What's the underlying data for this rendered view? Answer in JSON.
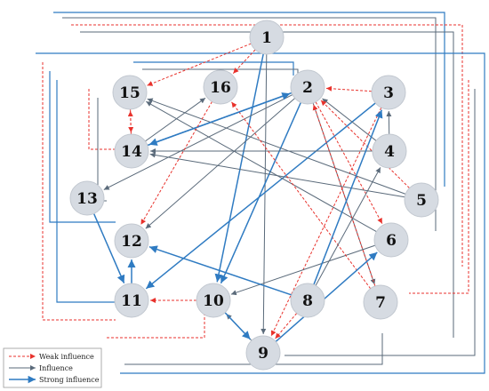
{
  "nodes": [
    {
      "id": "1",
      "label": "1"
    },
    {
      "id": "2",
      "label": "2"
    },
    {
      "id": "3",
      "label": "3"
    },
    {
      "id": "4",
      "label": "4"
    },
    {
      "id": "5",
      "label": "5"
    },
    {
      "id": "6",
      "label": "6"
    },
    {
      "id": "7",
      "label": "7"
    },
    {
      "id": "8",
      "label": "8"
    },
    {
      "id": "9",
      "label": "9"
    },
    {
      "id": "10",
      "label": "10"
    },
    {
      "id": "11",
      "label": "11"
    },
    {
      "id": "12",
      "label": "12"
    },
    {
      "id": "13",
      "label": "13"
    },
    {
      "id": "14",
      "label": "14"
    },
    {
      "id": "15",
      "label": "15"
    },
    {
      "id": "16",
      "label": "16"
    }
  ],
  "legend": {
    "weak": "Weak influence",
    "influence": "Influence",
    "strong": "Strong influence"
  },
  "colors": {
    "weak": "#e8322c",
    "influence": "#5a6a7a",
    "strong": "#2f7bc2",
    "node_fill": "#d6dbe2"
  },
  "edges": [
    {
      "from": "1",
      "to": "9",
      "type": "influence"
    },
    {
      "from": "1",
      "to": "10",
      "type": "strong"
    },
    {
      "from": "1",
      "to": "15",
      "type": "weak"
    },
    {
      "from": "1",
      "to": "16",
      "type": "weak"
    },
    {
      "from": "2",
      "to": "13",
      "type": "influence"
    },
    {
      "from": "2",
      "to": "12",
      "type": "influence"
    },
    {
      "from": "2",
      "to": "10",
      "type": "strong"
    },
    {
      "from": "2",
      "to": "7",
      "type": "influence"
    },
    {
      "from": "2",
      "to": "6",
      "type": "weak"
    },
    {
      "from": "2",
      "to": "14",
      "type": "strong"
    },
    {
      "from": "3",
      "to": "11",
      "type": "strong"
    },
    {
      "from": "3",
      "to": "9",
      "type": "weak"
    },
    {
      "from": "3",
      "to": "2",
      "type": "weak"
    },
    {
      "from": "4",
      "to": "3",
      "type": "influence"
    },
    {
      "from": "4",
      "to": "14",
      "type": "influence"
    },
    {
      "from": "4",
      "to": "2",
      "type": "influence"
    },
    {
      "from": "5",
      "to": "15",
      "type": "influence"
    },
    {
      "from": "5",
      "to": "14",
      "type": "influence"
    },
    {
      "from": "5",
      "to": "2",
      "type": "weak"
    },
    {
      "from": "6",
      "to": "10",
      "type": "influence"
    },
    {
      "from": "6",
      "to": "15",
      "type": "influence"
    },
    {
      "from": "7",
      "to": "16",
      "type": "weak"
    },
    {
      "from": "7",
      "to": "2",
      "type": "weak"
    },
    {
      "from": "8",
      "to": "12",
      "type": "strong"
    },
    {
      "from": "8",
      "to": "3",
      "type": "strong"
    },
    {
      "from": "8",
      "to": "4",
      "type": "influence"
    },
    {
      "from": "8",
      "to": "9",
      "type": "weak"
    },
    {
      "from": "9",
      "to": "6",
      "type": "strong"
    },
    {
      "from": "9",
      "to": "10",
      "type": "influence"
    },
    {
      "from": "10",
      "to": "9",
      "type": "strong"
    },
    {
      "from": "10",
      "to": "11",
      "type": "weak"
    },
    {
      "from": "11",
      "to": "12",
      "type": "strong"
    },
    {
      "from": "13",
      "to": "11",
      "type": "strong"
    },
    {
      "from": "14",
      "to": "15",
      "type": "weak"
    },
    {
      "from": "14",
      "to": "2",
      "type": "strong"
    },
    {
      "from": "14",
      "to": "16",
      "type": "influence"
    },
    {
      "from": "15",
      "to": "14",
      "type": "weak"
    },
    {
      "from": "16",
      "to": "12",
      "type": "weak"
    }
  ]
}
